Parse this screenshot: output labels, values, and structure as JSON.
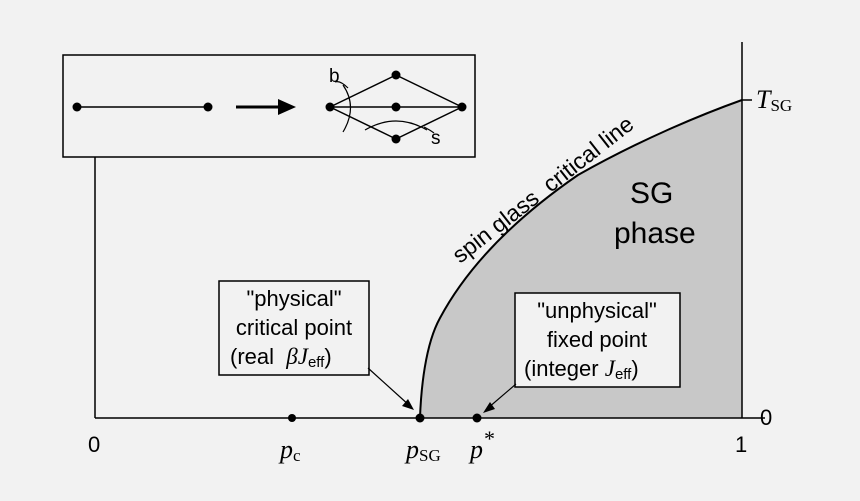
{
  "axes": {
    "x_start_label": "0",
    "x_end_label": "1",
    "y_bottom_label": "0",
    "y_top_label": "T",
    "y_top_sub": "SG",
    "p_c": "p",
    "p_c_sub": "c",
    "p_sg": "p",
    "p_sg_sub": "SG",
    "p_star": "p",
    "p_star_sup": "*"
  },
  "phase_label": [
    "SG",
    "phase"
  ],
  "critical_line_label": "spin glass  critical line",
  "inset": {
    "bond_label": "b",
    "site_label": "s"
  },
  "physical_box": {
    "line1": "\"physical\"",
    "line2": "critical point",
    "line3_prefix": "(real  ",
    "line3_var1": "β",
    "line3_var2": "J",
    "line3_sub": "eff",
    "line3_suffix": ")"
  },
  "unphysical_box": {
    "line1": "\"unphysical\"",
    "line2": "fixed point",
    "line3_prefix": "(integer ",
    "line3_var": "J",
    "line3_sub": "eff",
    "line3_suffix": ")"
  },
  "colors": {
    "background": "#f2f2f2",
    "phase_fill": "#c8c8c8",
    "line": "#000000"
  }
}
